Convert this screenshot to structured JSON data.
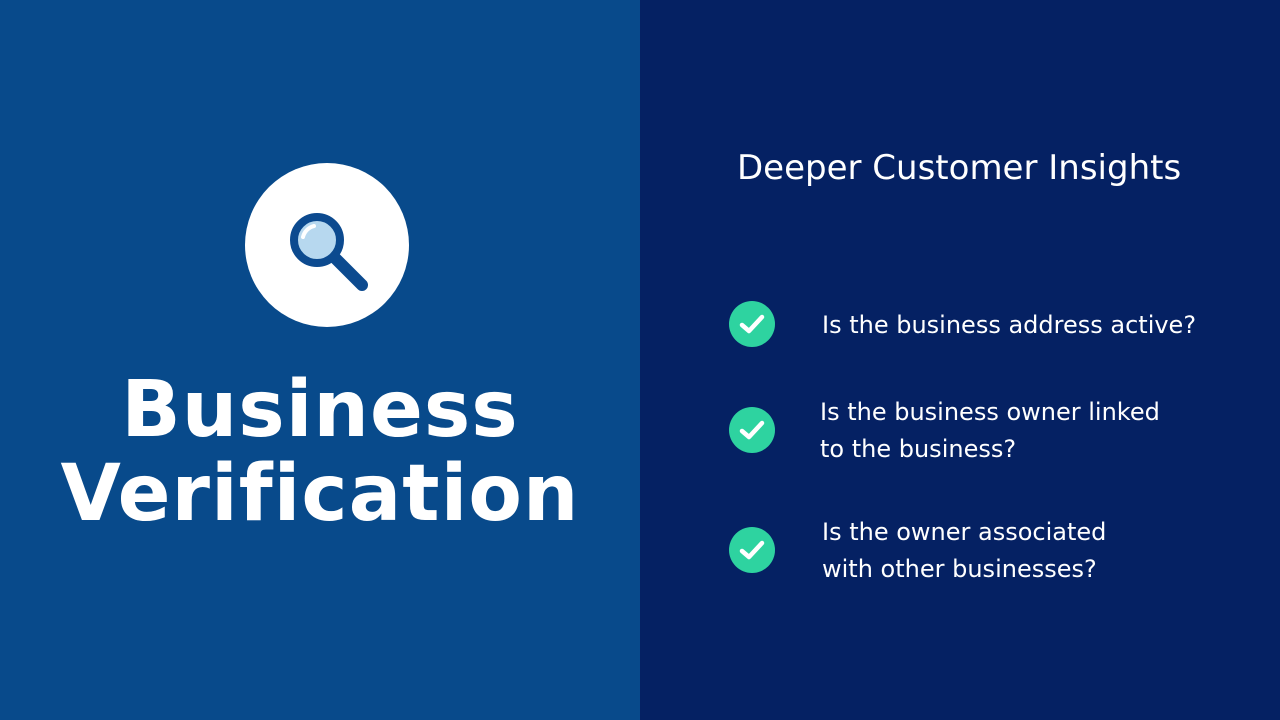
{
  "colors": {
    "left_background": "#084a8b",
    "right_background": "#052163",
    "check_green": "#2ed3a0",
    "icon_circle": "#ffffff",
    "magnifier_ring": "#0c4a8f",
    "magnifier_glass": "#b7d8ef"
  },
  "icons": {
    "feature_icon": "magnifying-glass-icon",
    "item_icon": "checkmark-icon"
  },
  "hero": {
    "title_line1": "Business",
    "title_line2": "Verification"
  },
  "insights": {
    "title": "Deeper Customer Insights",
    "items": [
      {
        "lines": [
          "Is the business address active?"
        ]
      },
      {
        "lines": [
          "Is the business owner linked",
          "to the business?"
        ]
      },
      {
        "lines": [
          "Is the owner associated",
          "with other businesses?"
        ]
      }
    ]
  }
}
